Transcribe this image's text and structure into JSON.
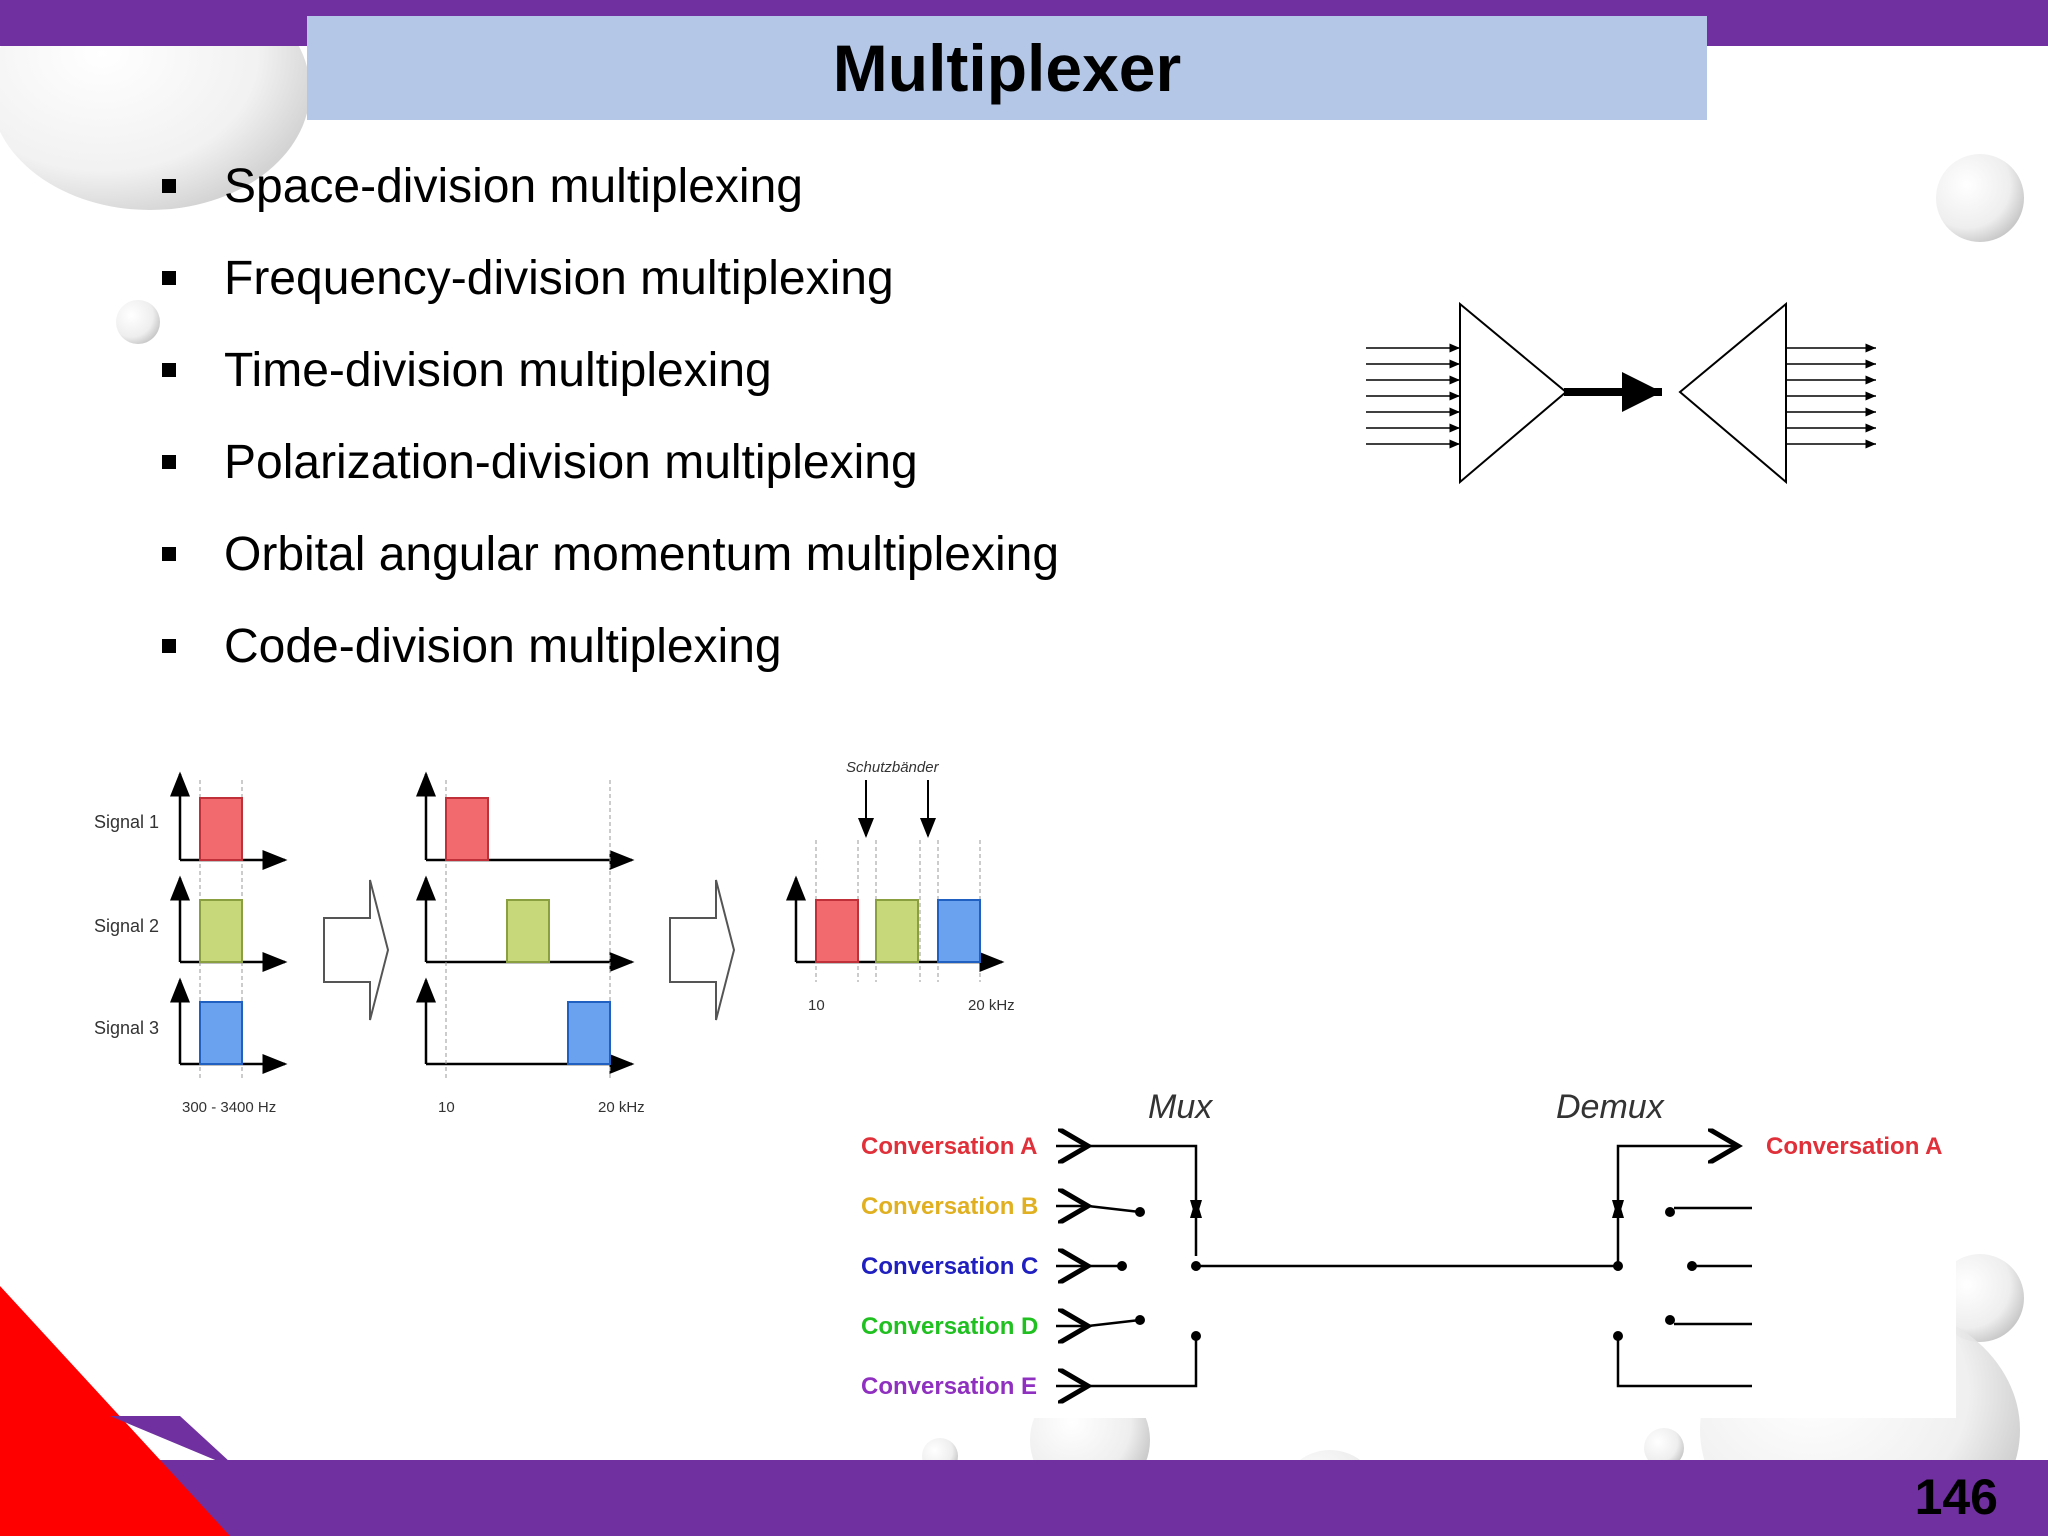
{
  "slide": {
    "title": "Multiplexer",
    "page_number": "146",
    "bullets": [
      "Space-division multiplexing",
      "Frequency-division multiplexing",
      "Time-division multiplexing",
      "Polarization-division multiplexing",
      "Orbital angular momentum multiplexing",
      "Code-division multiplexing"
    ]
  },
  "fdm_figure": {
    "signal_labels": [
      "Signal 1",
      "Signal 2",
      "Signal 3"
    ],
    "band_label": "300 - 3400 Hz",
    "stage2_low": "10",
    "stage2_high": "20 kHz",
    "guard_band_label": "Schutzbänder",
    "stage3_low": "10",
    "stage3_high": "20 kHz"
  },
  "mux_figure": {
    "mux_label": "Mux",
    "demux_label": "Demux",
    "conversations": [
      {
        "label": "Conversation A",
        "color": "#e0303a"
      },
      {
        "label": "Conversation B",
        "color": "#e0b020"
      },
      {
        "label": "Conversation C",
        "color": "#2020c0"
      },
      {
        "label": "Conversation D",
        "color": "#20c020"
      },
      {
        "label": "Conversation E",
        "color": "#9030c0"
      }
    ],
    "output_label": "Conversation A",
    "output_color": "#e0303a"
  },
  "colors": {
    "accent_purple": "#7030a0",
    "title_box": "#b4c7e7",
    "corner_red": "#ff0000",
    "signal_red": "#f26a6e",
    "signal_green": "#c7d87a",
    "signal_blue": "#6aa2f0"
  }
}
